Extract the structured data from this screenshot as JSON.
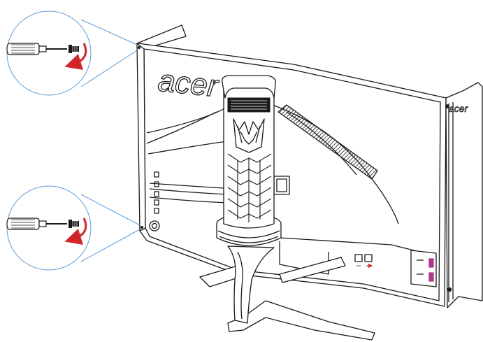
{
  "diagram": {
    "brand_logo": "acer",
    "callouts": [
      {
        "id": "top",
        "icon": "screwdriver-icon",
        "action_icon": "counterclockwise-arrow-icon",
        "part": "screw-icon"
      },
      {
        "id": "bottom",
        "icon": "screwdriver-icon",
        "action_icon": "counterclockwise-arrow-icon",
        "part": "screw-icon"
      }
    ],
    "colors": {
      "line": "#1a1a1a",
      "callout_circle": "#5b9bd5",
      "arrow": "#d2232a",
      "port_accent": "#b0368f",
      "background": "#ffffff"
    }
  }
}
